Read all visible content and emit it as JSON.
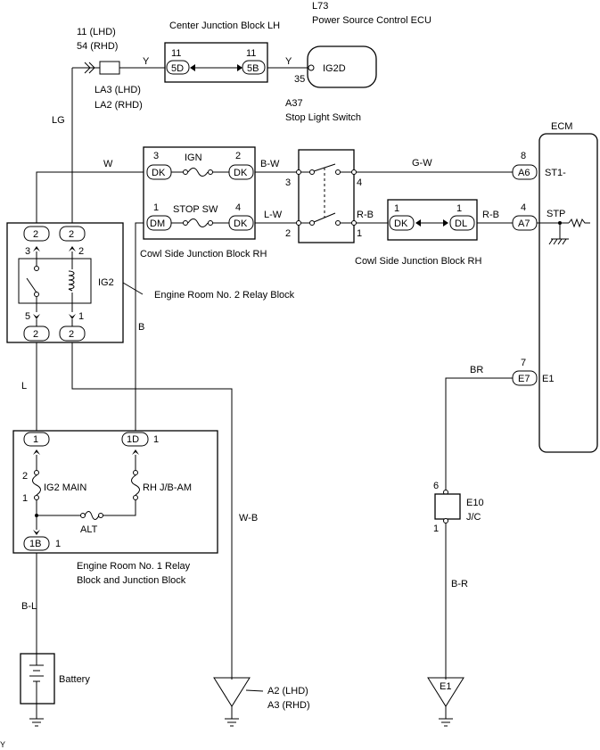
{
  "titles": {
    "center_jb_lh": "Center Junction Block LH",
    "ecu_code": "L73",
    "ecu_name": "Power Source Control ECU",
    "stop_switch_code": "A37",
    "stop_switch_name": "Stop Light Switch",
    "ecm": "ECM",
    "cowl_jb_rh_1": "Cowl Side Junction Block RH",
    "cowl_jb_rh_2": "Cowl Side Junction Block RH",
    "relay_block_2": "Engine Room No. 2 Relay Block",
    "relay_block_1_line1": "Engine Room No. 1 Relay",
    "relay_block_1_line2": "Block and Junction Block",
    "battery": "Battery",
    "jc_code": "E10",
    "jc_name": "J/C",
    "ground_e1": "E1",
    "ground_a2": "A2 (LHD)",
    "ground_a3": "A3 (RHD)",
    "corner_mark": "Y"
  },
  "pins": {
    "top_lhd": "11 (LHD)",
    "top_rhd": "54 (RHD)",
    "la3": "LA3 (LHD)",
    "la2": "LA2 (RHD)",
    "cjb_pin_l": "11",
    "cjb_pin_r": "11",
    "cjb_conn_l": "5D",
    "cjb_conn_r": "5B",
    "ecu_pin": "35",
    "ecu_terminal": "IG2D",
    "ign_pin_l": "3",
    "ign_pin_r": "2",
    "ign_conn_l": "DK",
    "ign_conn_r": "DK",
    "ign_fuse": "IGN",
    "stop_pin_l": "1",
    "stop_pin_r": "4",
    "stop_conn_l": "DM",
    "stop_conn_r": "DK",
    "stop_fuse": "STOP SW",
    "sw_pin_3": "3",
    "sw_pin_4": "4",
    "sw_pin_2": "2",
    "sw_pin_1": "1",
    "cjb2_pin_l": "1",
    "cjb2_pin_r": "1",
    "cjb2_conn_l": "DK",
    "cjb2_conn_r": "DL",
    "ecm_pin_8": "8",
    "ecm_conn_a6": "A6",
    "ecm_st1": "ST1-",
    "ecm_pin_4": "4",
    "ecm_conn_a7": "A7",
    "ecm_stp": "STP",
    "ecm_pin_7": "7",
    "ecm_conn_e7": "E7",
    "ecm_e1": "E1",
    "relay2_top_l": "2",
    "relay2_top_r": "2",
    "relay_pin_3": "3",
    "relay_pin_2": "2",
    "relay_pin_5": "5",
    "relay_pin_1": "1",
    "relay2_bot_l": "2",
    "relay2_bot_r": "2",
    "relay_name": "IG2",
    "r1_conn_1": "1",
    "r1_conn_1d": "1D",
    "r1_pin_1d": "1",
    "ig2main_pin_2": "2",
    "ig2main_pin_1": "1",
    "ig2main": "IG2 MAIN",
    "rhjb": "RH J/B-AM",
    "alt": "ALT",
    "r1_conn_1b": "1B",
    "r1_pin_1b": "1",
    "jc_pin_6": "6",
    "jc_pin_1": "1"
  },
  "wires": {
    "y1": "Y",
    "y2": "Y",
    "lg": "LG",
    "w": "W",
    "bw": "B-W",
    "gw": "G-W",
    "lw": "L-W",
    "rb1": "R-B",
    "rb2": "R-B",
    "b": "B",
    "l": "L",
    "br": "BR",
    "wb": "W-B",
    "bl": "B-L",
    "br2": "B-R"
  }
}
